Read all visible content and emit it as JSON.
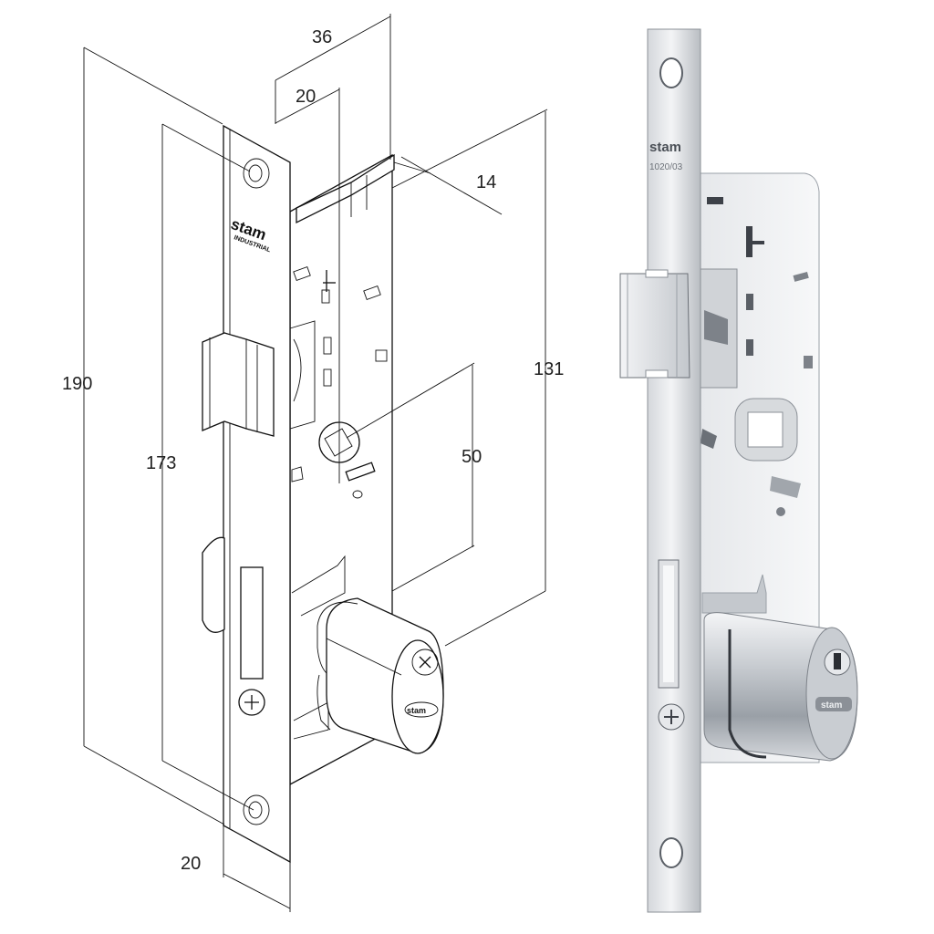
{
  "dimensions": {
    "d36": "36",
    "d20_top": "20",
    "d14": "14",
    "d190": "190",
    "d173": "173",
    "d131": "131",
    "d50": "50",
    "d20_bottom": "20"
  },
  "brand": {
    "logo_drawing": "stam",
    "subline_drawing": "INDUSTRIAL",
    "logo_photo": "stam",
    "model_photo": "1020/03",
    "cylinder_logo": "stam"
  },
  "colors": {
    "line": "#111111",
    "steel_light": "#e9ebee",
    "steel_mid": "#c4c8cd",
    "steel_dark": "#7d8289"
  }
}
